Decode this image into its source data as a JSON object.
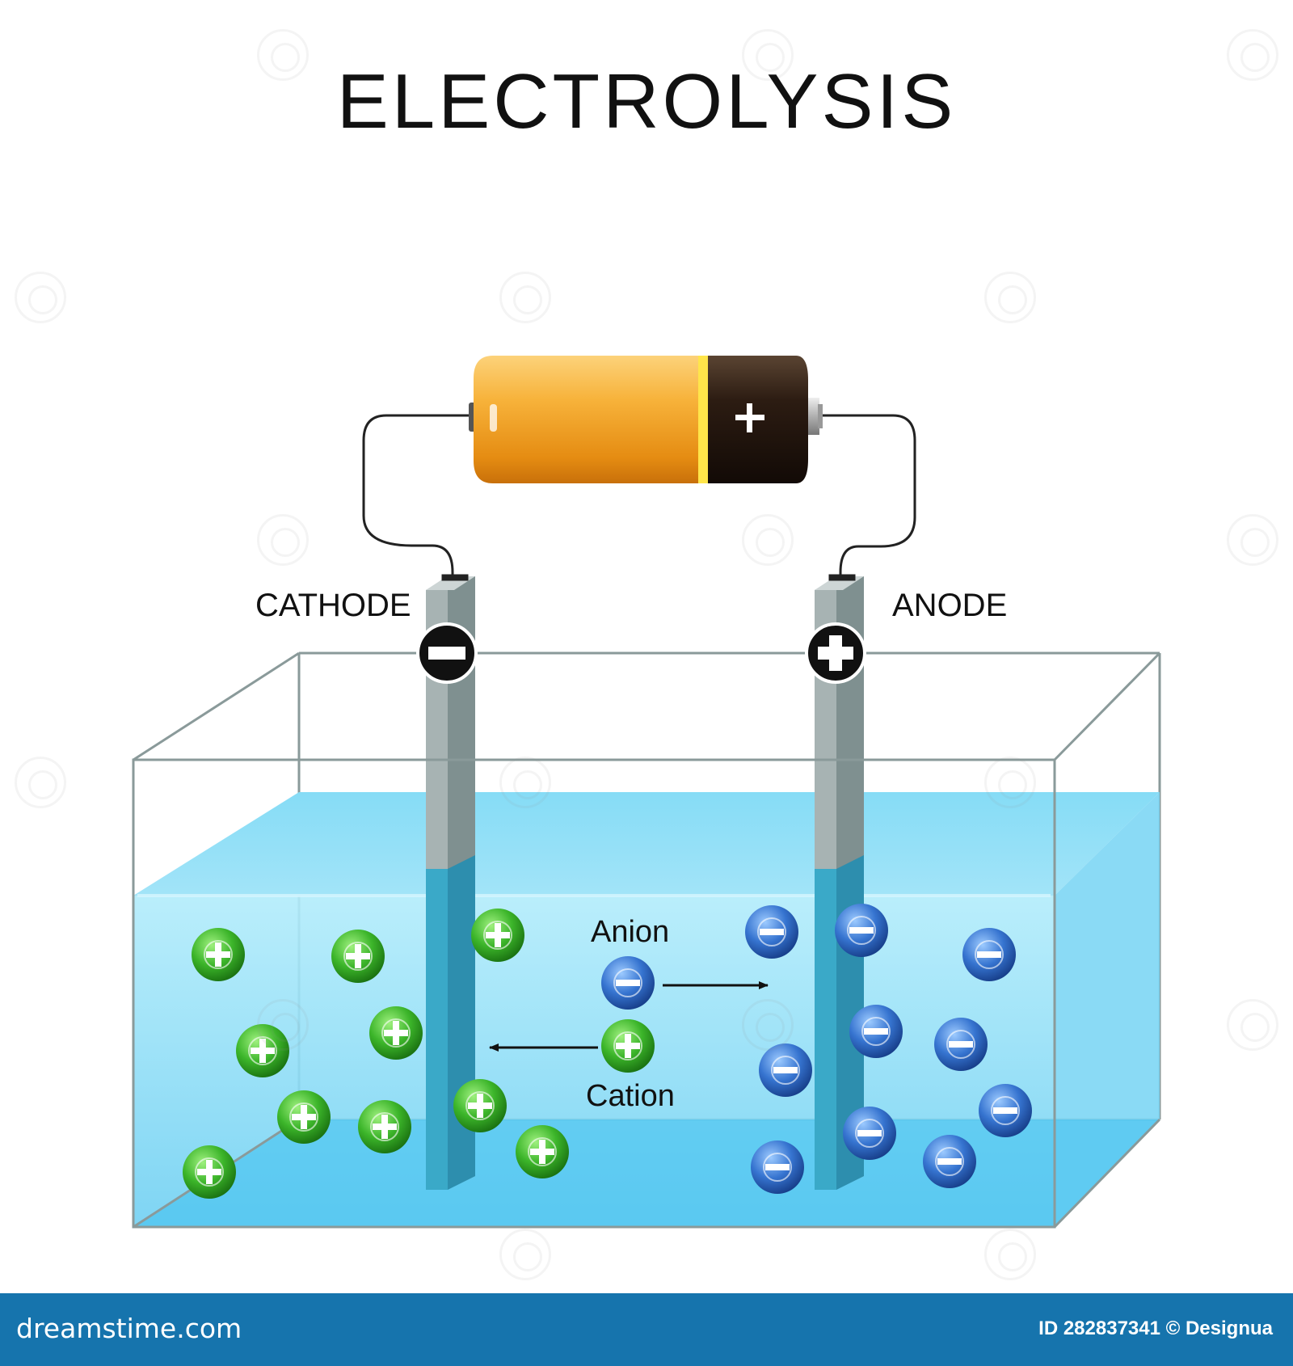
{
  "title": "ELECTROLYSIS",
  "labels": {
    "cathode": "CATHODE",
    "anode": "ANODE",
    "anion": "Anion",
    "cation": "Cation"
  },
  "symbols": {
    "positive": "+",
    "negative": "−"
  },
  "colors": {
    "cation": "#33aa22",
    "anion": "#2f6ec8",
    "electrolyte": "#8ee0f8",
    "battery_body": "#f2a428",
    "battery_cap": "#2a1a12",
    "footer": "#1674ad"
  },
  "icons": {
    "watermark": "dreamstime-spiral-icon"
  },
  "footer": {
    "site": "dreamstime.com",
    "credit": "ID 282837341 © Designua"
  }
}
